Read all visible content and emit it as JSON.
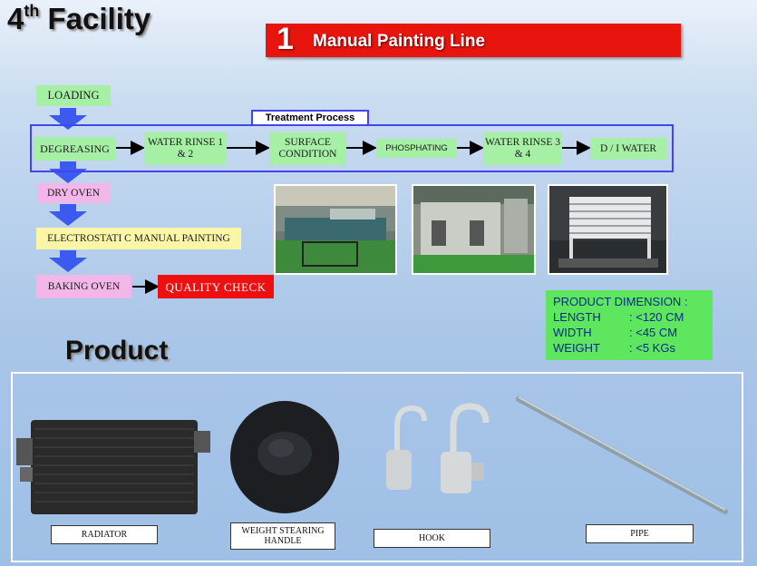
{
  "header": {
    "title_main": "4",
    "title_sup": "th",
    "title_rest": " Facility"
  },
  "banner": {
    "number": "1",
    "text": "Manual Painting Line"
  },
  "flow": {
    "loading": "LOADING",
    "treatment_label": "Treatment Process",
    "degreasing": "DEGREASING",
    "water_rinse_12": "WATER RINSE 1 & 2",
    "surface_condition": "SURFACE CONDITION",
    "phosphating": "PHOSPHATING",
    "water_rinse_34": "WATER RINSE 3 & 4",
    "di_water": "D / I WATER",
    "dry_oven": "DRY OVEN",
    "painting": "ELECTROSTATI C MANUAL PAINTING",
    "baking_oven": "BAKING OVEN",
    "quality_check": "QUALITY CHECK"
  },
  "dimension": {
    "heading": "PRODUCT DIMENSION :",
    "rows": [
      {
        "label": "LENGTH",
        "value": ": <120 CM"
      },
      {
        "label": "WIDTH",
        "value": ": <45 CM"
      },
      {
        "label": "WEIGHT",
        "value": ": <5 KGs"
      }
    ]
  },
  "product": {
    "title": "Product",
    "items": [
      {
        "label": "RADIATOR"
      },
      {
        "label": "WEIGHT STEARING HANDLE"
      },
      {
        "label": "HOOK"
      },
      {
        "label": "PIPE"
      }
    ]
  },
  "colors": {
    "banner": "#e8140e",
    "flow_green": "#a6f0a6",
    "dim_box": "#5ee65e",
    "arrow_blue": "#3a5af0"
  }
}
